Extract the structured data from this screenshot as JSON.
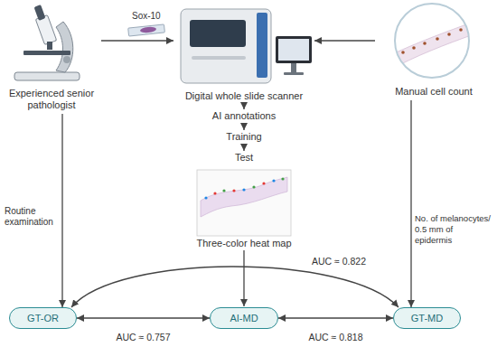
{
  "diagram": {
    "nodes": [
      {
        "text": [
          "Experienced senior pathologist"
        ]
      },
      {
        "text": [
          "Digital whole slide scanner"
        ]
      },
      {
        "text": [
          "Manual cell count"
        ]
      },
      {
        "text": [
          "AI annotations"
        ]
      },
      {
        "text": [
          "Training"
        ]
      },
      {
        "text": [
          "Test",
          "Three-color heat map"
        ]
      },
      {
        "text": [
          "GT-OR"
        ]
      },
      {
        "text": [
          "AI-MD"
        ]
      },
      {
        "text": [
          "GT-MD"
        ]
      }
    ],
    "edges": [
      {
        "from": 0,
        "to": 1,
        "arrow": "to"
      },
      {
        "from": 2,
        "to": 1,
        "arrow": "to"
      },
      {
        "from": 1,
        "to": 3,
        "arrow": "to"
      },
      {
        "from": 3,
        "to": 4,
        "arrow": "to"
      },
      {
        "from": 4,
        "to": 5,
        "arrow": "to"
      },
      {
        "from": 0,
        "to": 6,
        "arrow": "to",
        "label": "Routine examination"
      },
      {
        "from": 5,
        "to": 7,
        "arrow": "to"
      },
      {
        "from": 6,
        "to": 7,
        "arrow": "both",
        "label": "AUC ≈ 0.757"
      },
      {
        "from": 7,
        "to": 8,
        "arrow": "both",
        "label": "AUC ≈ 0.818"
      },
      {
        "from": 6,
        "to": 8,
        "arrow": "both",
        "label": "AUC ≈ 0.822"
      },
      {
        "from": 2,
        "to": 8,
        "arrow": "to",
        "label": "No. of melanocytes/ 0.5 mm of epidermis"
      }
    ],
    "labels": [
      "Sox-10"
    ]
  }
}
